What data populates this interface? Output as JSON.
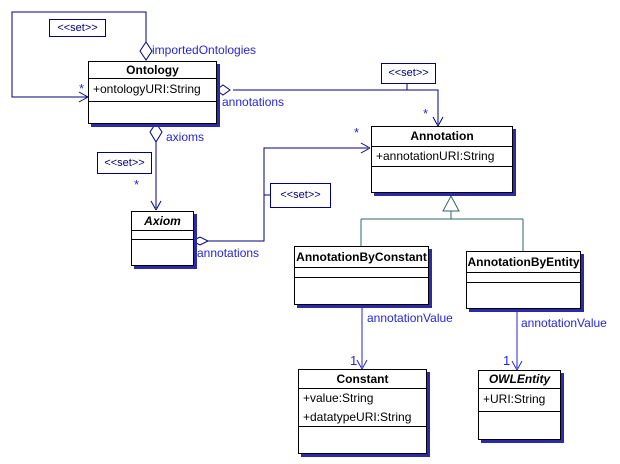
{
  "diagram_type": "UML class diagram",
  "colors": {
    "background": "#ffffff",
    "association_line": "#000080",
    "generalization_line": "#336666",
    "label_text": "#2626d8",
    "class_border": "#000000",
    "class_shadow": "#2a2aaa",
    "class_fill": "#ffffff"
  },
  "stereotypes": {
    "set": "<<set>>"
  },
  "classes": {
    "ontology": {
      "name": "Ontology",
      "abstract": false,
      "attributes": [
        "+ontologyURI:String"
      ]
    },
    "annotation": {
      "name": "Annotation",
      "abstract": false,
      "attributes": [
        "+annotationURI:String"
      ]
    },
    "axiom": {
      "name": "Axiom",
      "abstract": true,
      "attributes": []
    },
    "annotationByConstant": {
      "name": "AnnotationByConstant",
      "abstract": false,
      "attributes": []
    },
    "annotationByEntity": {
      "name": "AnnotationByEntity",
      "abstract": false,
      "attributes": []
    },
    "constant": {
      "name": "Constant",
      "abstract": false,
      "attributes": [
        "+value:String",
        "+datatypeURI:String"
      ]
    },
    "owlEntity": {
      "name": "OWLEntity",
      "abstract": true,
      "attributes": [
        "+URI:String"
      ]
    }
  },
  "labels": {
    "importedOntologies": "importedOntologies",
    "annotationsOntology": "annotations",
    "axioms": "axioms",
    "annotationsAxiom": "annotations",
    "annotationValueLeft": "annotationValue",
    "annotationValueRight": "annotationValue"
  },
  "multiplicities": {
    "importedOntologies": "*",
    "axioms": "*",
    "annotationsOntology": "*",
    "annotationsAxiom": "*",
    "annotationValueLeft": "1",
    "annotationValueRight": "1"
  },
  "relationships": [
    {
      "type": "aggregation",
      "from": "Ontology",
      "to": "Ontology",
      "label": "importedOntologies",
      "target_multiplicity": "*",
      "stereotype": "<<set>>"
    },
    {
      "type": "aggregation",
      "from": "Ontology",
      "to": "Annotation",
      "label": "annotations",
      "target_multiplicity": "*",
      "stereotype": "<<set>>"
    },
    {
      "type": "aggregation",
      "from": "Ontology",
      "to": "Axiom",
      "label": "axioms",
      "target_multiplicity": "*",
      "stereotype": "<<set>>"
    },
    {
      "type": "aggregation",
      "from": "Axiom",
      "to": "Annotation",
      "label": "annotations",
      "target_multiplicity": "*",
      "stereotype": "<<set>>"
    },
    {
      "type": "generalization",
      "from": "AnnotationByConstant",
      "to": "Annotation"
    },
    {
      "type": "generalization",
      "from": "AnnotationByEntity",
      "to": "Annotation"
    },
    {
      "type": "association",
      "from": "AnnotationByConstant",
      "to": "Constant",
      "label": "annotationValue",
      "target_multiplicity": "1"
    },
    {
      "type": "association",
      "from": "AnnotationByEntity",
      "to": "OWLEntity",
      "label": "annotationValue",
      "target_multiplicity": "1"
    }
  ]
}
